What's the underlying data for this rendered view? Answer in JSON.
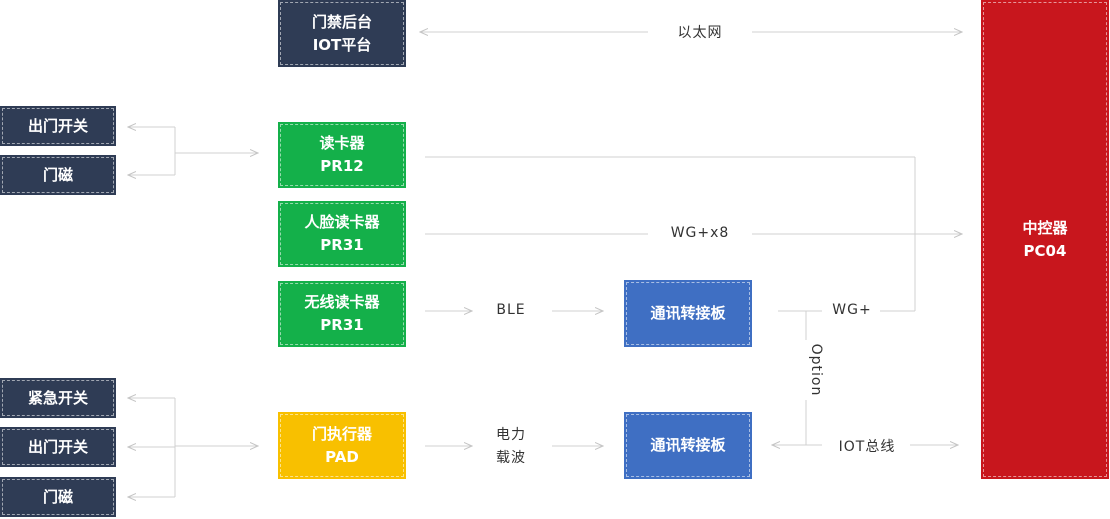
{
  "boxes": {
    "backend": [
      "门禁后台",
      "IOT平台"
    ],
    "exit_switch_1": "出门开关",
    "door_sensor_1": "门磁",
    "reader_pr12": [
      "读卡器",
      "PR12"
    ],
    "face_reader": [
      "人脸读卡器",
      "PR31"
    ],
    "wireless_reader": [
      "无线读卡器",
      "PR31"
    ],
    "comm_board_1": "通讯转接板",
    "comm_board_2": "通讯转接板",
    "emergency_switch": "紧急开关",
    "exit_switch_2": "出门开关",
    "door_sensor_2": "门磁",
    "actuator": [
      "门执行器",
      "PAD"
    ],
    "controller": [
      "中控器",
      "PC04"
    ]
  },
  "labels": {
    "ethernet": "以太网",
    "wg_x8": "WG+x8",
    "ble": "BLE",
    "wg_plus": "WG+",
    "option": "Option",
    "power_carrier": [
      "电力",
      "载波"
    ],
    "iot_bus": "IOT总线"
  },
  "colors": {
    "navy": "#2f3c55",
    "green": "#14b04a",
    "blue": "#3f6fc3",
    "yellow": "#f8c000",
    "red": "#c8161d",
    "line": "#cccccc"
  }
}
